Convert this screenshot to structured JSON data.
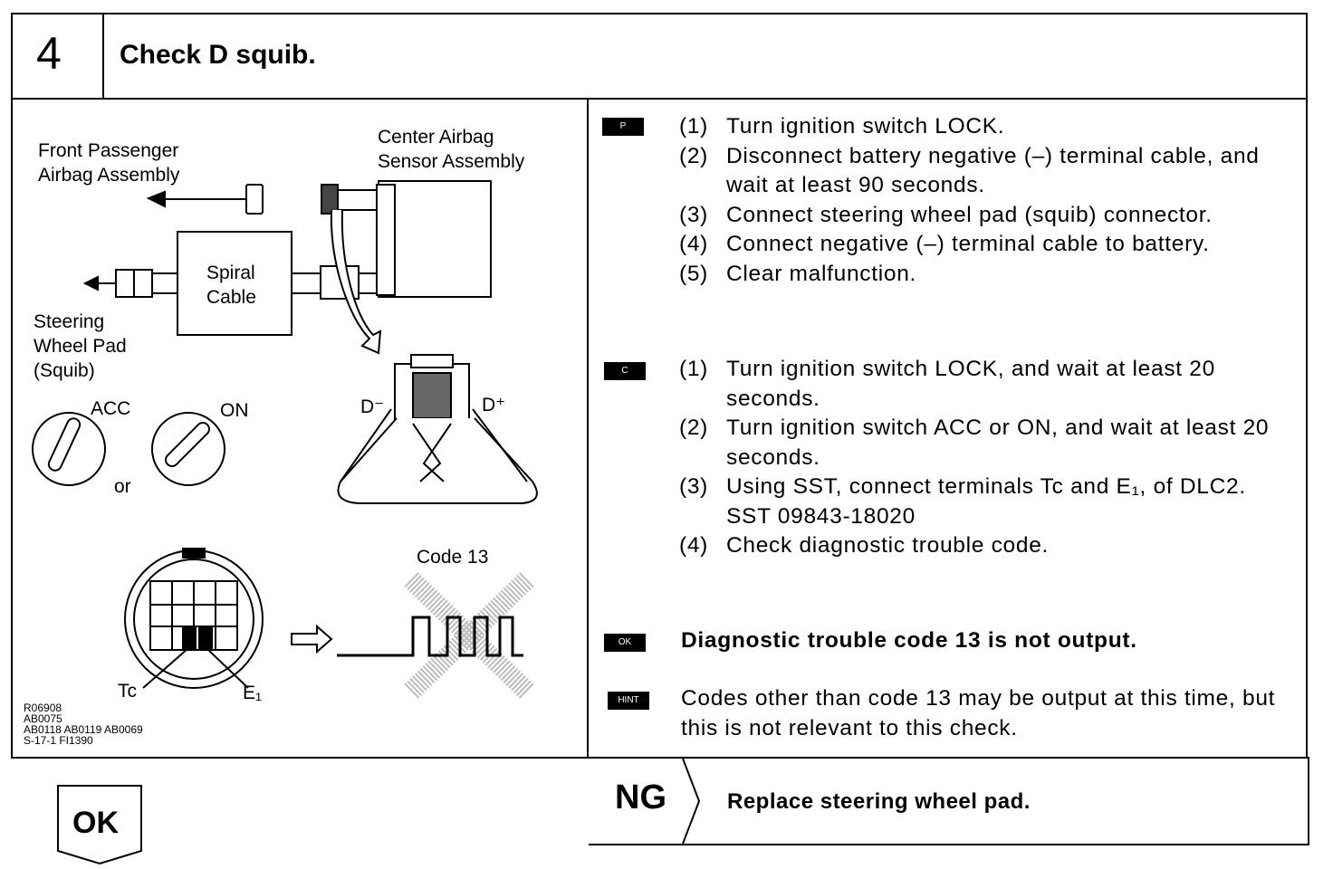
{
  "step": {
    "number": "4",
    "title": "Check D squib."
  },
  "figure": {
    "front_passenger_label": "Front Passenger\nAirbag Assembly",
    "center_airbag_label": "Center Airbag\nSensor Assembly",
    "spiral_cable_label": "Spiral\nCable",
    "steering_pad_label": "Steering\nWheel Pad\n(Squib)",
    "acc_label": "ACC",
    "on_label": "ON",
    "or_label": "or",
    "d_minus": "D⁻",
    "d_plus": "D⁺",
    "code_label": "Code 13",
    "tc_label": "Tc",
    "e1_label": "E₁",
    "ref_codes": "R06908\nAB0075\nAB0118 AB0119 AB0069\nS-17-1 FI1390"
  },
  "procedure": {
    "p_block": {
      "badge": "P",
      "items": [
        {
          "num": "(1)",
          "text": "Turn ignition switch LOCK."
        },
        {
          "num": "(2)",
          "text": "Disconnect battery negative (–) terminal cable, and wait at least 90 seconds."
        },
        {
          "num": "(3)",
          "text": "Connect steering wheel pad (squib) connector."
        },
        {
          "num": "(4)",
          "text": "Connect negative (–) terminal cable to battery."
        },
        {
          "num": "(5)",
          "text": "Clear malfunction."
        }
      ]
    },
    "c_block": {
      "badge": "C",
      "items": [
        {
          "num": "(1)",
          "text": "Turn ignition switch LOCK, and wait at least 20 seconds."
        },
        {
          "num": "(2)",
          "text": "Turn ignition switch ACC or ON, and wait at least 20 seconds."
        },
        {
          "num": "(3)",
          "text": "Using SST, connect terminals Tc and E₁, of DLC2."
        },
        {
          "num": "",
          "text": "SST 09843-18020"
        },
        {
          "num": "(4)",
          "text": "Check diagnostic trouble code."
        }
      ]
    },
    "ok_block": {
      "badge": "OK",
      "text": "Diagnostic trouble code 13 is not output."
    },
    "hint_block": {
      "badge": "HINT",
      "text": "Codes other than code 13 may be output at this time, but this is not relevant to this check."
    }
  },
  "result": {
    "ng_label": "NG",
    "ng_text": "Replace steering wheel pad.",
    "ok_label": "OK"
  }
}
